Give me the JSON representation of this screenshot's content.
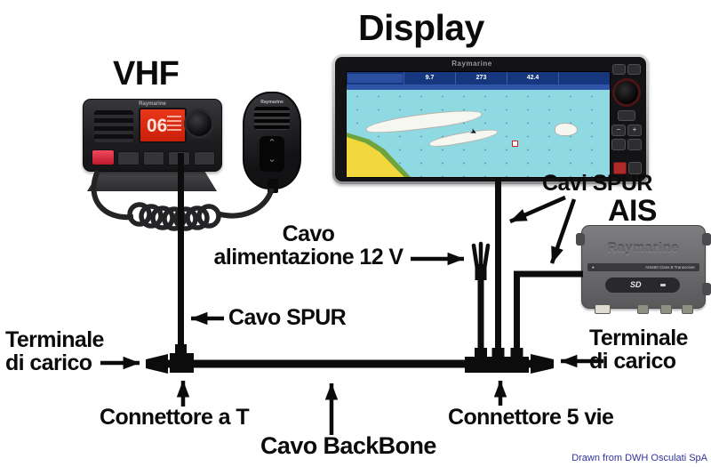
{
  "titles": {
    "vhf": "VHF",
    "display": "Display",
    "ais": "AIS"
  },
  "labels": {
    "cavi_spur": "Cavi SPUR",
    "cavo_alimentazione_line1": "Cavo",
    "cavo_alimentazione_line2": "alimentazione 12 V",
    "cavo_spur": "Cavo SPUR",
    "terminale_line1": "Terminale",
    "terminale_line2": "di carico",
    "connettore_t": "Connettore a T",
    "cavo_backbone": "Cavo BackBone",
    "connettore_5vie": "Connettore 5 vie"
  },
  "devices": {
    "vhf": {
      "brand": "Raymarine",
      "lcd_channel": "06",
      "lcd_color": "#d92a10"
    },
    "mic": {
      "brand": "Raymarine"
    },
    "display": {
      "brand": "Raymarine",
      "databar_values": [
        "9.7",
        "273",
        "42.4"
      ],
      "map_colors": {
        "water": "#8ed9e2",
        "island": "#f7f7f2",
        "land": "#f2d83c",
        "land_edge": "#6fa33c",
        "databar": "#16377d"
      }
    },
    "ais": {
      "brand": "Raymarine",
      "model_text": "AIS650 Class B Transceiver",
      "sd_label": "SD"
    }
  },
  "diagram": {
    "cable_color": "#0c0c0c",
    "label_color": "#0b0b0b"
  },
  "credit": "Drawn from DWH Osculati SpA"
}
